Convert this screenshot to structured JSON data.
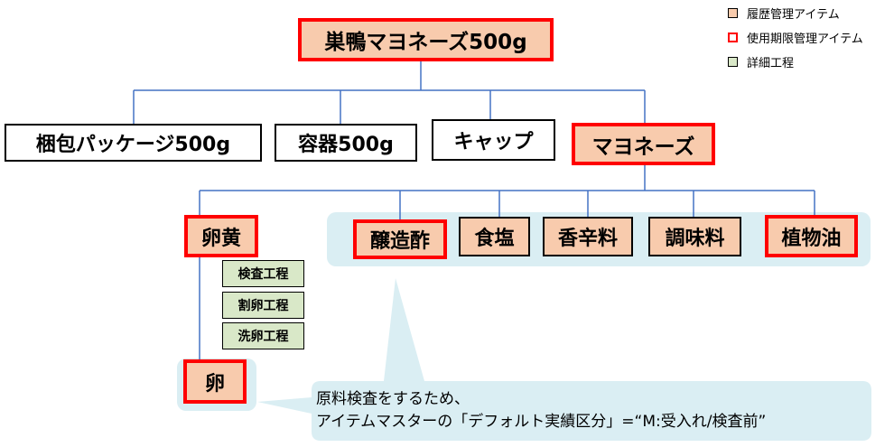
{
  "legend": {
    "history_label": "履歴管理アイテム",
    "expiry_label": "使用期限管理アイテム",
    "process_label": "詳細工程"
  },
  "root": {
    "label": "巣鴨マヨネーズ500g"
  },
  "components": [
    {
      "label": "梱包パッケージ500g"
    },
    {
      "label": "容器500g"
    },
    {
      "label": "キャップ"
    },
    {
      "label": "マヨネーズ"
    }
  ],
  "ingredients": [
    {
      "label": "卵黄"
    },
    {
      "label": "醸造酢"
    },
    {
      "label": "食塩"
    },
    {
      "label": "香辛料"
    },
    {
      "label": "調味料"
    },
    {
      "label": "植物油"
    }
  ],
  "processes": [
    {
      "label": "検査工程"
    },
    {
      "label": "割卵工程"
    },
    {
      "label": "洗卵工程"
    }
  ],
  "egg": {
    "label": "卵"
  },
  "note": {
    "line1": "原料検査をするため、",
    "line2": "アイテムマスターの「デフォルト実績区分」=“M:受入れ/検査前”"
  },
  "colors": {
    "history_fill": "#f8cbad",
    "expiry_border": "#ff0000",
    "process_fill": "#d9e8c8",
    "group_background": "#daeef3",
    "connector": "#4472c4"
  }
}
